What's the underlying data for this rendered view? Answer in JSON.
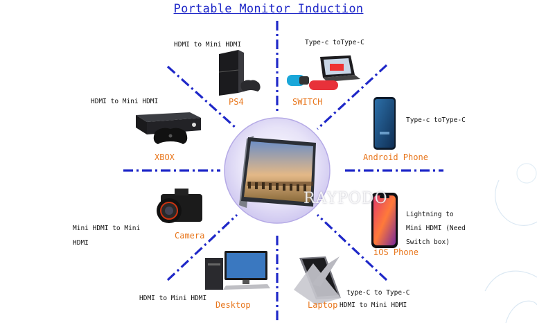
{
  "title": "Portable Monitor Induction",
  "watermark": "RAYPODO",
  "colors": {
    "title": "#1f28c8",
    "device_label": "#e8761c",
    "spokes": "#1f28c8",
    "center_fill": "#dcd8f4"
  },
  "devices": {
    "ps4": {
      "label": "PS4",
      "connection": "HDMI to Mini HDMI",
      "icon": "ps4-console-icon"
    },
    "switch": {
      "label": "SWITCH",
      "connection": "Type-c toType-C",
      "icon": "nintendo-switch-icon"
    },
    "xbox": {
      "label": "XBOX",
      "connection": "HDMI to Mini HDMI",
      "icon": "xbox-console-icon"
    },
    "android": {
      "label": "Android Phone",
      "connection": "Type-c toType-C",
      "icon": "android-phone-icon"
    },
    "camera": {
      "label": "Camera",
      "connection_line1": "Mini HDMI to Mini",
      "connection_line2": "HDMI",
      "icon": "camera-icon"
    },
    "ios": {
      "label": "iOS Phone",
      "connection_line1": "Lightning to",
      "connection_line2": "Mini HDMI (Need",
      "connection_line3": "Switch box)",
      "icon": "iphone-icon"
    },
    "desktop": {
      "label": "Desktop",
      "connection": "HDMI to Mini HDMI",
      "icon": "desktop-computer-icon"
    },
    "laptop": {
      "label": "Laptop",
      "connection_line1": "type-C to Type-C",
      "connection_line2": "HDMI to Mini HDMI",
      "icon": "laptop-icon"
    }
  },
  "center": {
    "icon": "portable-monitor-icon"
  }
}
